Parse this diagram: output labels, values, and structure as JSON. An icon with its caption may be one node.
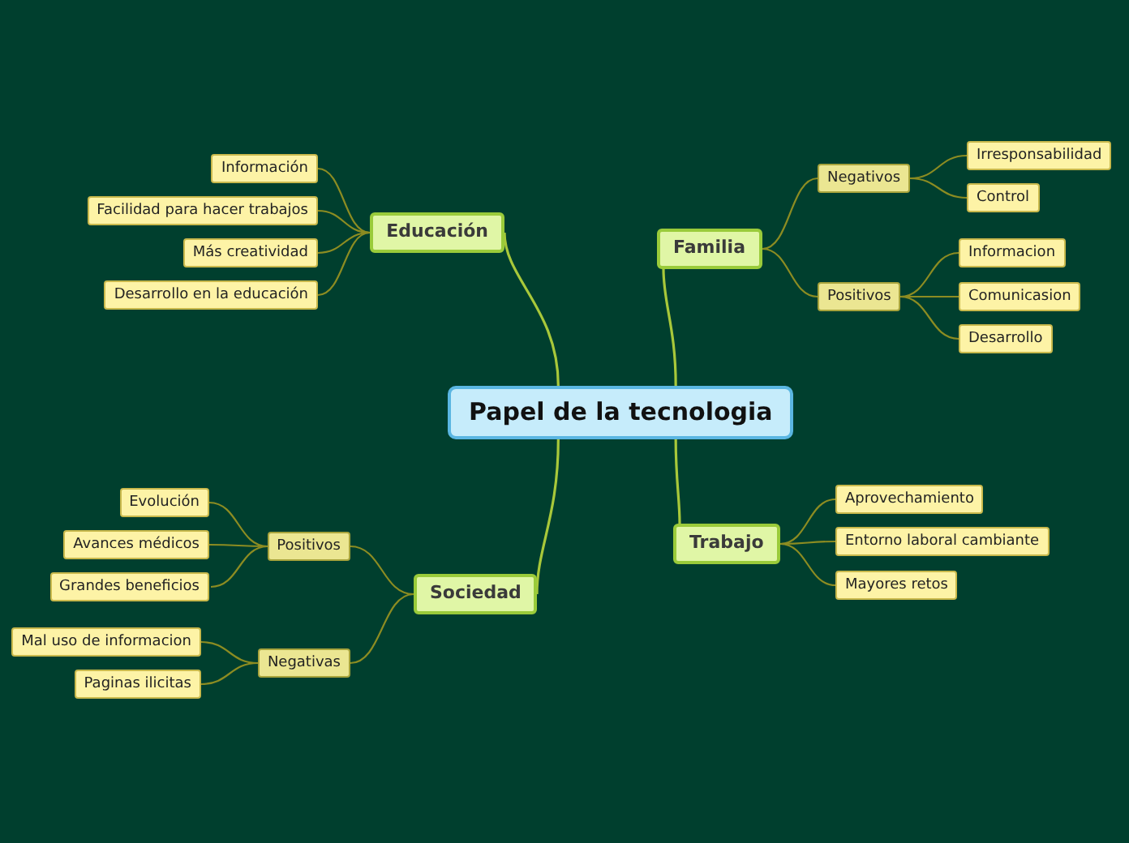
{
  "diagram": {
    "nodes": [
      {
        "text": [
          "Papel de la tecnologia"
        ]
      },
      {
        "text": [
          "Educación"
        ]
      },
      {
        "text": [
          "Información"
        ]
      },
      {
        "text": [
          "Facilidad para hacer trabajos"
        ]
      },
      {
        "text": [
          "Más creatividad"
        ]
      },
      {
        "text": [
          "Desarrollo en la educación"
        ]
      },
      {
        "text": [
          "Familia"
        ]
      },
      {
        "text": [
          "Negativos"
        ]
      },
      {
        "text": [
          "Irresponsabilidad"
        ]
      },
      {
        "text": [
          "Control"
        ]
      },
      {
        "text": [
          "Positivos"
        ]
      },
      {
        "text": [
          "Informacion"
        ]
      },
      {
        "text": [
          "Comunicasion"
        ]
      },
      {
        "text": [
          "Desarrollo"
        ]
      },
      {
        "text": [
          "Sociedad"
        ]
      },
      {
        "text": [
          "Positivos"
        ]
      },
      {
        "text": [
          "Evolución"
        ]
      },
      {
        "text": [
          "Avances médicos"
        ]
      },
      {
        "text": [
          "Grandes beneficios"
        ]
      },
      {
        "text": [
          "Negativas"
        ]
      },
      {
        "text": [
          "Mal uso de informacion"
        ]
      },
      {
        "text": [
          "Paginas ilicitas"
        ]
      },
      {
        "text": [
          "Trabajo"
        ]
      },
      {
        "text": [
          "Aprovechamiento"
        ]
      },
      {
        "text": [
          "Entorno laboral cambiante"
        ]
      },
      {
        "text": [
          "Mayores retos"
        ]
      }
    ],
    "edges": [
      {
        "from": 0,
        "to": 1,
        "arrow": "none"
      },
      {
        "from": 1,
        "to": 2,
        "arrow": "none"
      },
      {
        "from": 1,
        "to": 3,
        "arrow": "none"
      },
      {
        "from": 1,
        "to": 4,
        "arrow": "none"
      },
      {
        "from": 1,
        "to": 5,
        "arrow": "none"
      },
      {
        "from": 0,
        "to": 6,
        "arrow": "none"
      },
      {
        "from": 6,
        "to": 7,
        "arrow": "none"
      },
      {
        "from": 7,
        "to": 8,
        "arrow": "none"
      },
      {
        "from": 7,
        "to": 9,
        "arrow": "none"
      },
      {
        "from": 6,
        "to": 10,
        "arrow": "none"
      },
      {
        "from": 10,
        "to": 11,
        "arrow": "none"
      },
      {
        "from": 10,
        "to": 12,
        "arrow": "none"
      },
      {
        "from": 10,
        "to": 13,
        "arrow": "none"
      },
      {
        "from": 0,
        "to": 14,
        "arrow": "none"
      },
      {
        "from": 14,
        "to": 15,
        "arrow": "none"
      },
      {
        "from": 15,
        "to": 16,
        "arrow": "none"
      },
      {
        "from": 15,
        "to": 17,
        "arrow": "none"
      },
      {
        "from": 15,
        "to": 18,
        "arrow": "none"
      },
      {
        "from": 14,
        "to": 19,
        "arrow": "none"
      },
      {
        "from": 19,
        "to": 20,
        "arrow": "none"
      },
      {
        "from": 19,
        "to": 21,
        "arrow": "none"
      },
      {
        "from": 0,
        "to": 22,
        "arrow": "none"
      },
      {
        "from": 22,
        "to": 23,
        "arrow": "none"
      },
      {
        "from": 22,
        "to": 24,
        "arrow": "none"
      },
      {
        "from": 22,
        "to": 25,
        "arrow": "none"
      }
    ]
  }
}
